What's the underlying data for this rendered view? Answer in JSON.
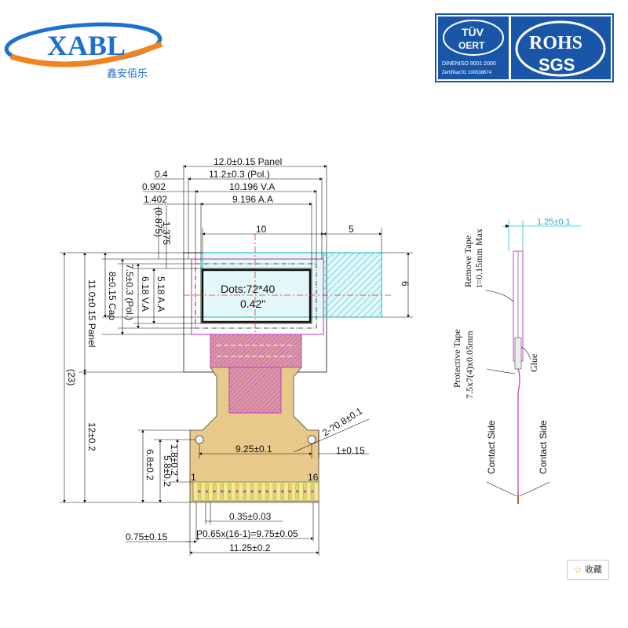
{
  "logo": {
    "brand": "XABL",
    "chinese": "鑫安佰乐"
  },
  "cert": {
    "tuv_mark": "TÜV",
    "tuv_sub": "OERT",
    "tuv_line1": "DINENISO 9001:2000",
    "tuv_line2": "Zertifikat:01  100038674",
    "rohs": "ROHS",
    "sgs": "SGS"
  },
  "dims": {
    "panel_w": "12.0±0.15 Panel",
    "pol_w": "11.2±0.3 (Pol.)",
    "d04": "0.4",
    "d0902": "0.902",
    "va_w": "10.196 V.A",
    "d1402": "1.402",
    "aa_w": "9.196 A.A",
    "d0875": "(0.875)",
    "d1375": "1.375",
    "d10": "10",
    "d5": "5",
    "d6": "6",
    "cap_h": "8±0.15 Cap",
    "pol_h": "7.5±0.3 (Pol.)",
    "va_h": "6.18 V.A",
    "aa_h": "5.18 A.A",
    "panel_h": "11.0±0.15 Panel",
    "total_h": "(23)",
    "fpc_h": "12±0.2",
    "hole": "2-?0.8±0.1",
    "hole_pitch": "9.25±0.1",
    "hole_edge": "1±0.15",
    "d68": "6.8±0.2",
    "d58": "5.8±0.2",
    "d18": "1.8±0.2",
    "pin1": "1",
    "pin16": "16",
    "pad_w": "0.35±0.03",
    "pitch": "P0.65x(16-1)=9.75±0.05",
    "left_off": "0.75±0.15",
    "fpc_w": "11.25±0.2"
  },
  "display": {
    "dots": "Dots:72*40",
    "size": "0.42\""
  },
  "side": {
    "thickness": "1.25±0.1",
    "remove_tape": "Remove Tape",
    "remove_tape_t": "t=0.15mm Max",
    "protective_tape": "Protective Tape",
    "protective_tape_dim": "7.5x7(4)x0.05mm",
    "glue": "Glue",
    "contact_left": "Contact Side",
    "contact_right": "Contact Side"
  },
  "favorite": {
    "label": "收藏"
  },
  "colors": {
    "cyan": "#29c6cf",
    "magenta": "#c040c8",
    "fpc": "#e9c98a",
    "pad": "#f0ea95",
    "red": "#e03020",
    "logo_blue": "#1d6fd0",
    "logo_orange": "#f0841e",
    "cert_blue": "#1a56a8"
  }
}
